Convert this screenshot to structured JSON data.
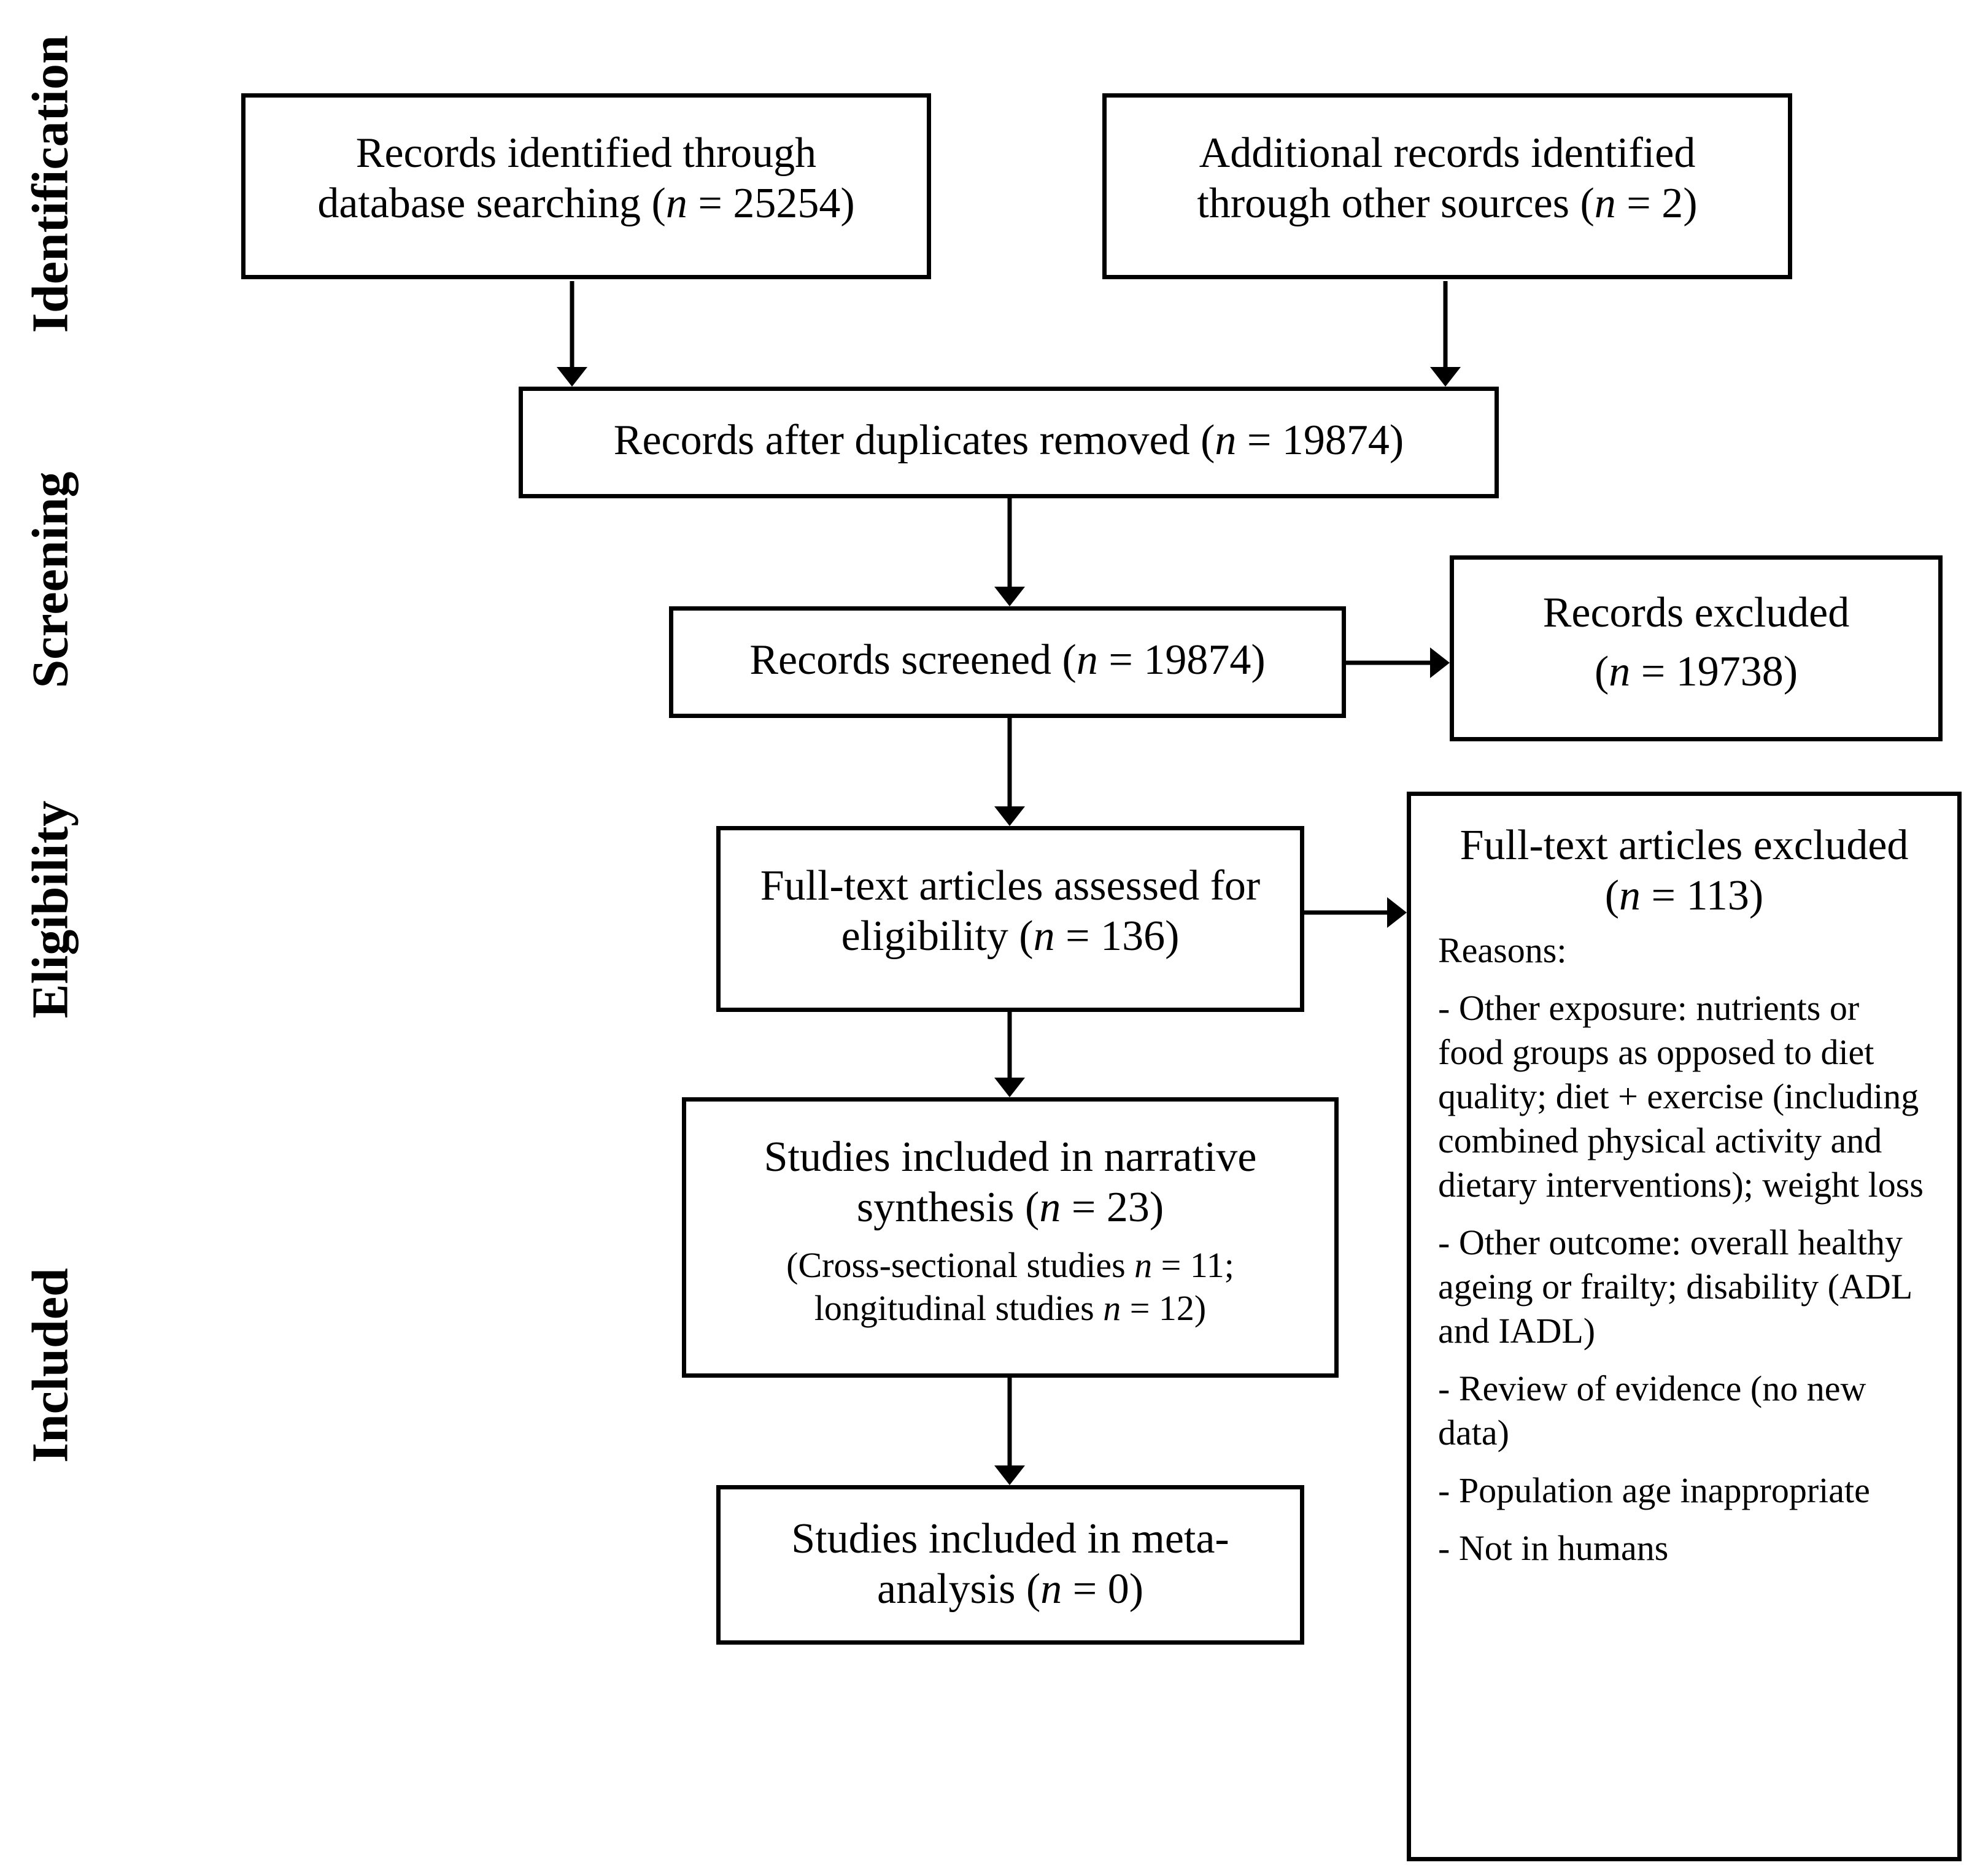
{
  "stages": {
    "identification": "Identification",
    "screening": "Screening",
    "eligibility": "Eligibility",
    "included": "Included"
  },
  "boxes": {
    "database_records": {
      "line1": "Records identified through",
      "line2_pre": "database searching (",
      "n_symbol": "n",
      "line2_post": " = 25254)"
    },
    "other_sources": {
      "line1": "Additional records identified",
      "line2_pre": "through other sources (",
      "n_symbol": "n",
      "line2_post": " = 2)"
    },
    "duplicates_removed": {
      "line1_pre": "Records after duplicates removed (",
      "n_symbol": "n",
      "line1_post": " = 19874)"
    },
    "screened": {
      "line1_pre": "Records screened (",
      "n_symbol": "n",
      "line1_post": " = 19874)"
    },
    "excluded": {
      "line1": "Records excluded",
      "line2_pre": "(",
      "n_symbol": "n",
      "line2_post": " = 19738)"
    },
    "full_text_assessed": {
      "line1": "Full-text articles assessed for",
      "line2_pre": "eligibility (",
      "n_symbol": "n",
      "line2_post": " = 136)"
    },
    "narrative_synthesis": {
      "line1": "Studies included in narrative",
      "line2_pre": "synthesis (",
      "n_symbol": "n",
      "line2_post": " = 23)",
      "sub1_pre": "(Cross-sectional studies ",
      "sub1_n": "n",
      "sub1_post": " = 11;",
      "sub2_pre": "longitudinal studies ",
      "sub2_n": "n",
      "sub2_post": " = 12)"
    },
    "meta_analysis": {
      "line1": "Studies included in meta-",
      "line2_pre": "analysis (",
      "n_symbol": "n",
      "line2_post": " = 0)"
    },
    "full_text_excluded": {
      "line1": "Full-text articles excluded",
      "line2_pre": "(",
      "n_symbol": "n",
      "line2_post": " = 113)",
      "reasons_label": "Reasons:",
      "reasons": [
        "- Other exposure: nutrients or food groups as opposed to diet quality; diet + exercise (including combined physical activity and dietary interventions); weight loss",
        "- Other outcome: overall healthy ageing or frailty; disability (ADL and IADL)",
        "- Review of evidence (no new data)",
        "- Population age inappropriate",
        "- Not in humans"
      ]
    }
  }
}
